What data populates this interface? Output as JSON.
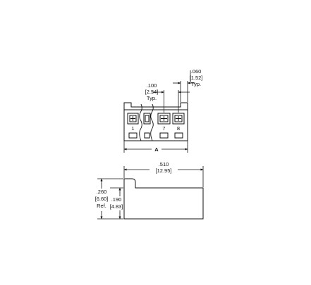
{
  "front_view": {
    "pitch_dim": ".100",
    "pitch_dim_metric": "[2.54]",
    "pitch_note": "Typ.",
    "side_dim": ".060",
    "side_dim_metric": "[1.52]",
    "side_note": "Typ.",
    "pin_labels": [
      "1",
      "7",
      "8"
    ],
    "width_label": "A"
  },
  "side_view": {
    "length_dim": ".510",
    "length_dim_metric": "[12.95]",
    "height_dim": ".260",
    "height_dim_metric": "[6.60]",
    "height_note": "Ref.",
    "body_dim": ".190",
    "body_dim_metric": "[4.83]"
  }
}
